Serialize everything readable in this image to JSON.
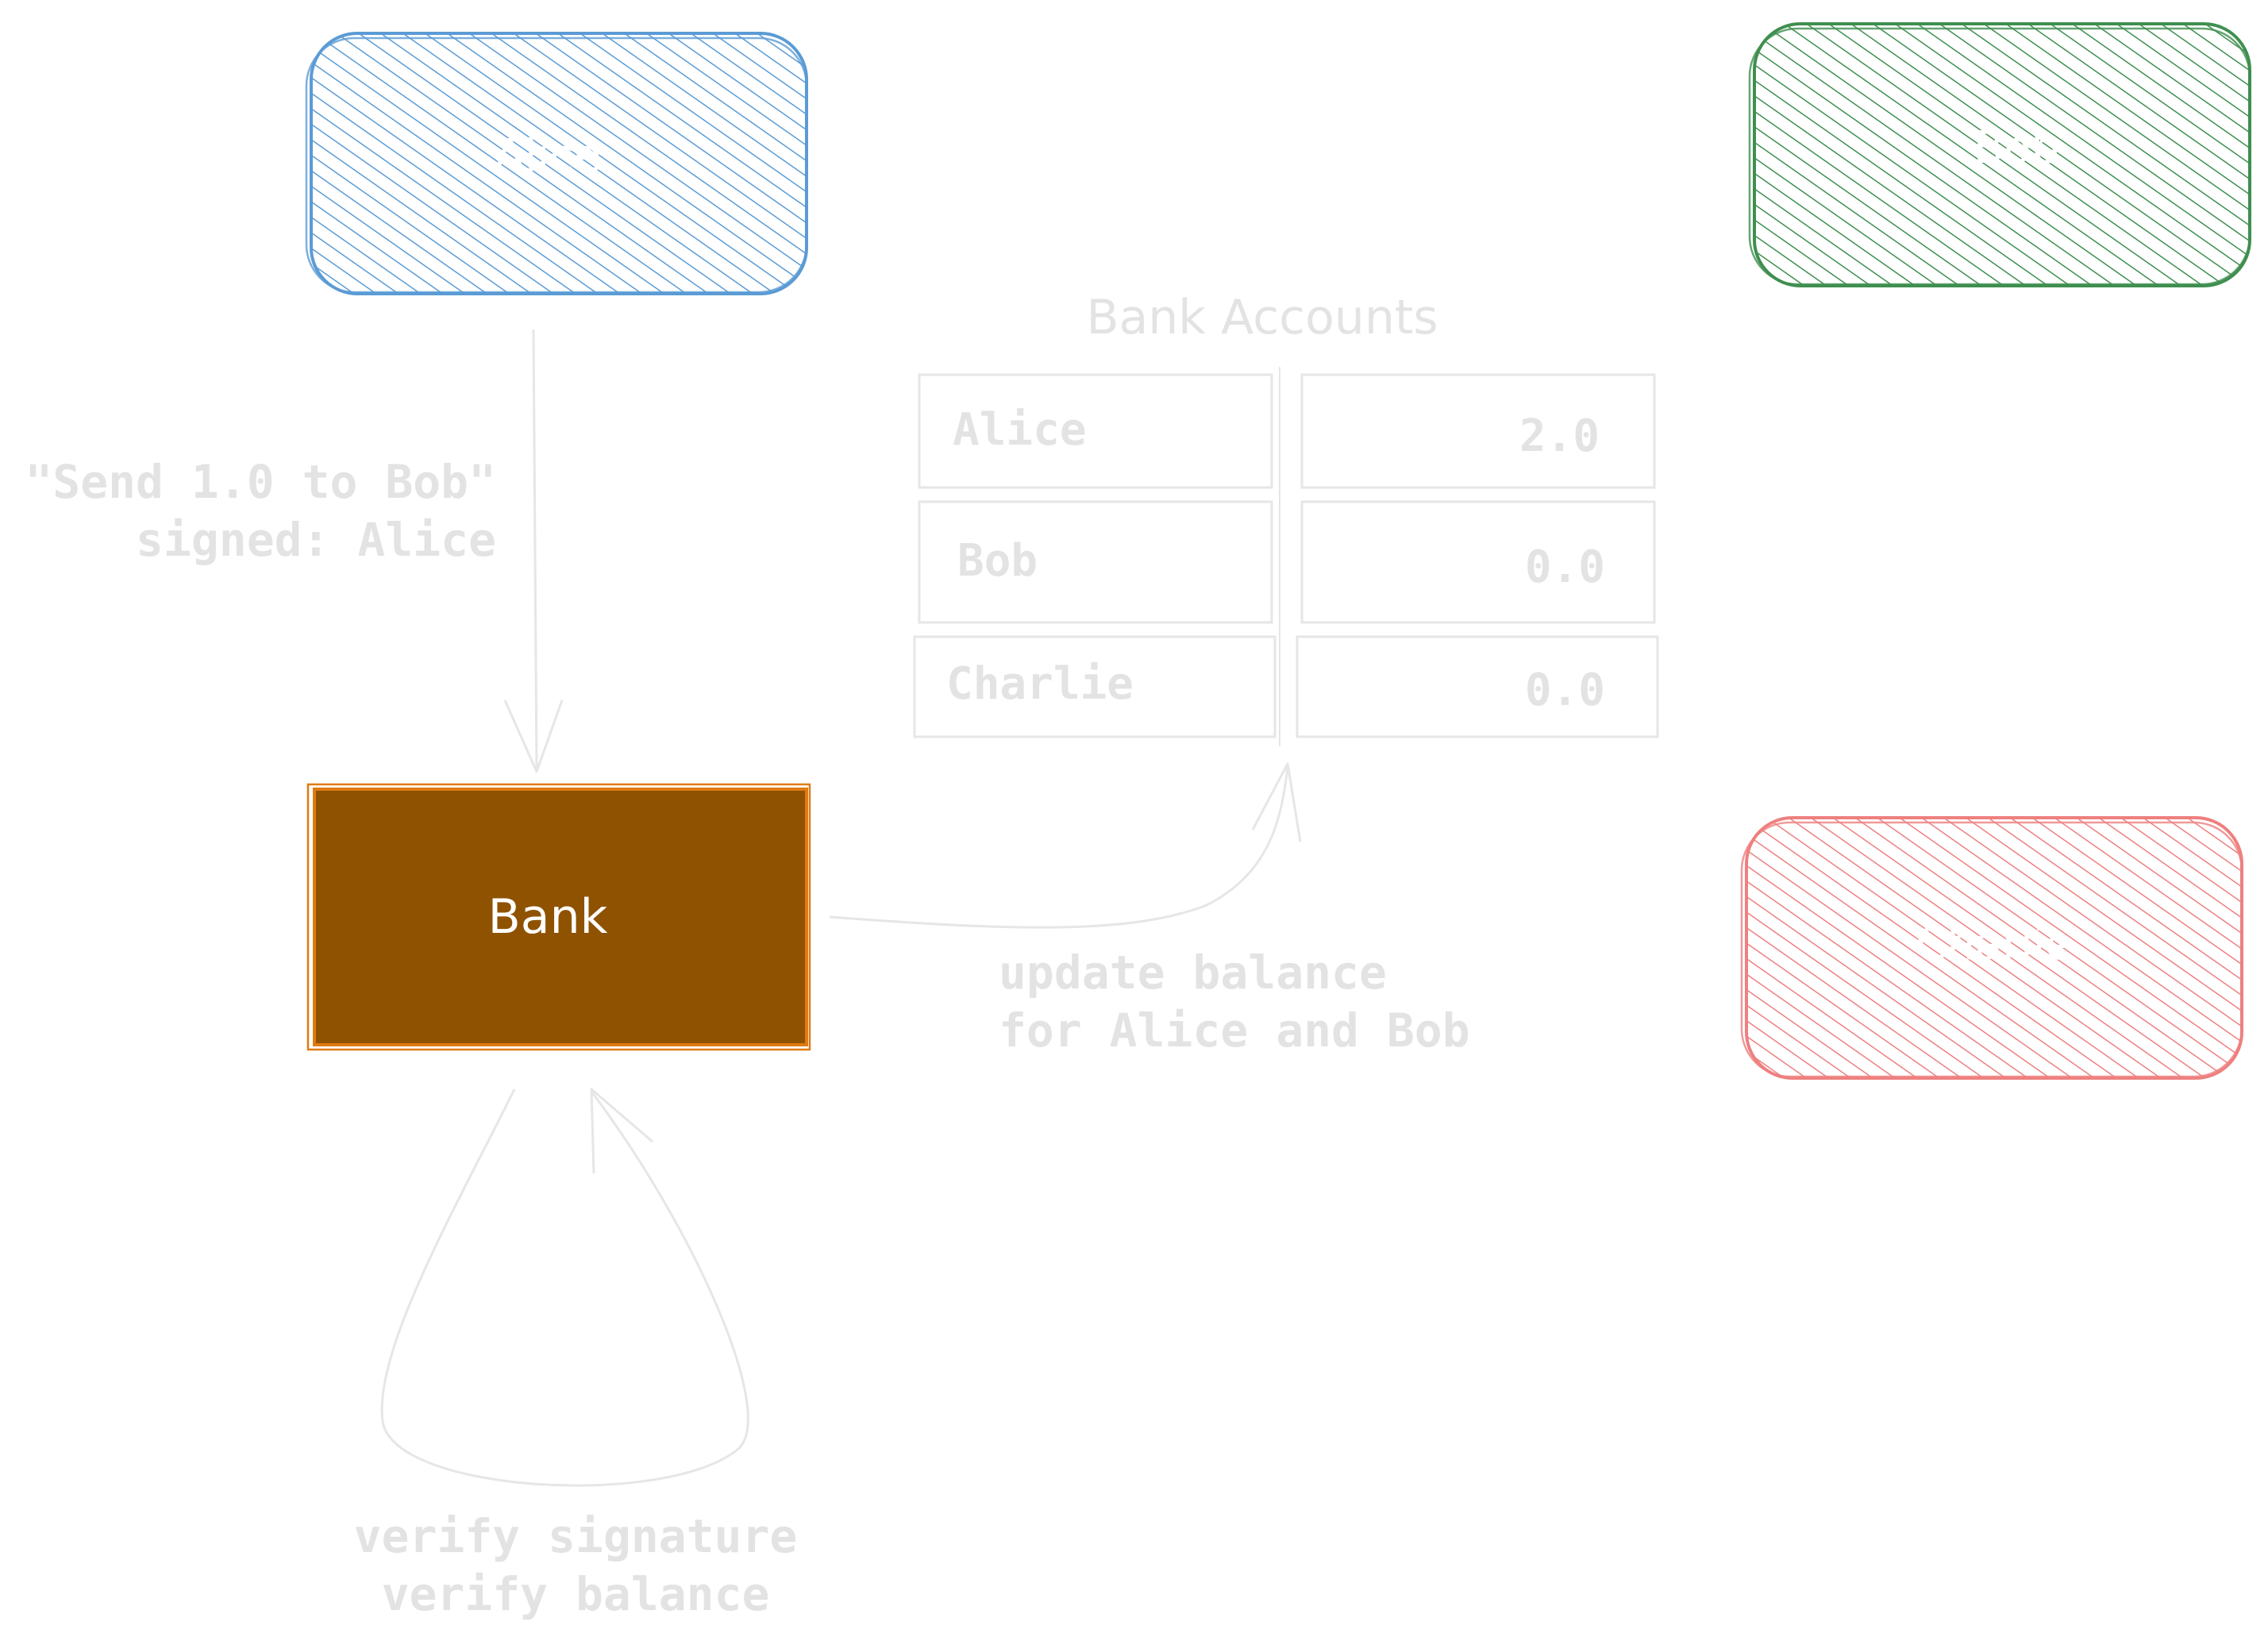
{
  "colors": {
    "alice": "#5b9bd5",
    "bob": "#3f8f4f",
    "charlie": "#ee8080",
    "bank_fill": "#8f5200",
    "bank_stroke": "#e07b12",
    "faded": "#e6e6e6",
    "faded_text": "#e3e3e3",
    "white": "#ffffff"
  },
  "nodes": {
    "alice": {
      "label": "Alice"
    },
    "bob": {
      "label": "Bob"
    },
    "charlie": {
      "label": "Charlie"
    },
    "bank": {
      "label": "Bank"
    }
  },
  "table": {
    "title": "Bank Accounts",
    "rows": [
      {
        "name": "Alice",
        "balance": "2.0"
      },
      {
        "name": "Bob",
        "balance": "0.0"
      },
      {
        "name": "Charlie",
        "balance": "0.0"
      }
    ]
  },
  "edges": {
    "alice_to_bank": {
      "line1": "\"Send 1.0 to Bob\"",
      "line2": "signed: Alice"
    },
    "bank_to_table": {
      "line1": "update balance",
      "line2": "for Alice and Bob"
    },
    "bank_loop": {
      "line1": "verify signature",
      "line2": "verify balance"
    }
  }
}
